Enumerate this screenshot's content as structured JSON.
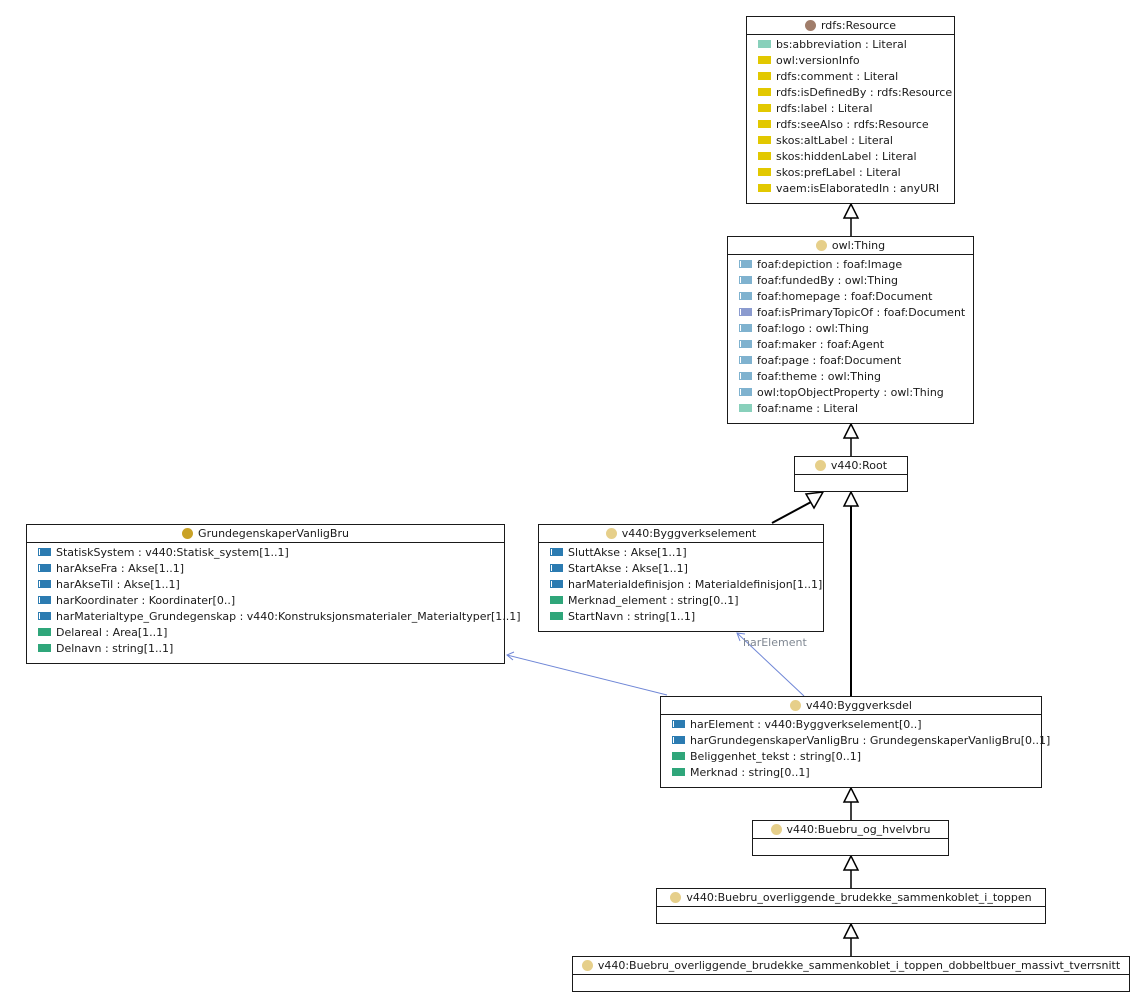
{
  "colors": {
    "resource_dot": "#a07d6a",
    "class_dot": "#e6cf8a",
    "external_class_dot": "#c9a227",
    "datatype_property": "#88d0bb",
    "annotation_property": "#e2c800",
    "object_property": "#7fb2cf",
    "primary_topic_property": "#8b9bcf",
    "local_object_property": "#2b7bb1",
    "local_datatype_property": "#2fa67a",
    "association_line": "#6f86d6"
  },
  "classes": {
    "resource": {
      "name": "rdfs:Resource",
      "dot": "resource_dot",
      "attributes": [
        {
          "text": "bs:abbreviation : Literal",
          "icon": "datatype_property"
        },
        {
          "text": "owl:versionInfo",
          "icon": "annotation_property"
        },
        {
          "text": "rdfs:comment : Literal",
          "icon": "annotation_property"
        },
        {
          "text": "rdfs:isDefinedBy : rdfs:Resource",
          "icon": "annotation_property"
        },
        {
          "text": "rdfs:label : Literal",
          "icon": "annotation_property"
        },
        {
          "text": "rdfs:seeAlso : rdfs:Resource",
          "icon": "annotation_property"
        },
        {
          "text": "skos:altLabel : Literal",
          "icon": "annotation_property"
        },
        {
          "text": "skos:hiddenLabel : Literal",
          "icon": "annotation_property"
        },
        {
          "text": "skos:prefLabel : Literal",
          "icon": "annotation_property"
        },
        {
          "text": "vaem:isElaboratedIn : anyURI",
          "icon": "annotation_property"
        }
      ]
    },
    "thing": {
      "name": "owl:Thing",
      "dot": "class_dot",
      "attributes": [
        {
          "text": "foaf:depiction : foaf:Image",
          "icon": "object_property"
        },
        {
          "text": "foaf:fundedBy : owl:Thing",
          "icon": "object_property"
        },
        {
          "text": "foaf:homepage : foaf:Document",
          "icon": "object_property"
        },
        {
          "text": "foaf:isPrimaryTopicOf : foaf:Document",
          "icon": "primary_topic_property"
        },
        {
          "text": "foaf:logo : owl:Thing",
          "icon": "object_property"
        },
        {
          "text": "foaf:maker : foaf:Agent",
          "icon": "object_property"
        },
        {
          "text": "foaf:page : foaf:Document",
          "icon": "object_property"
        },
        {
          "text": "foaf:theme : owl:Thing",
          "icon": "object_property"
        },
        {
          "text": "owl:topObjectProperty : owl:Thing",
          "icon": "object_property"
        },
        {
          "text": "foaf:name : Literal",
          "icon": "datatype_property"
        }
      ]
    },
    "root": {
      "name": "v440:Root",
      "dot": "class_dot",
      "attributes": []
    },
    "grunn": {
      "name": "GrundegenskaperVanligBru",
      "dot": "external_class_dot",
      "attributes": [
        {
          "text": "StatiskSystem : v440:Statisk_system[1..1]",
          "icon": "local_object_property"
        },
        {
          "text": "harAkseFra : Akse[1..1]",
          "icon": "local_object_property"
        },
        {
          "text": "harAkseTil : Akse[1..1]",
          "icon": "local_object_property"
        },
        {
          "text": "harKoordinater : Koordinater[0..]",
          "icon": "local_object_property"
        },
        {
          "text": "harMaterialtype_Grundegenskap : v440:Konstruksjonsmaterialer_Materialtyper[1..1]",
          "icon": "local_object_property"
        },
        {
          "text": "Delareal : Area[1..1]",
          "icon": "local_datatype_property"
        },
        {
          "text": "Delnavn : string[1..1]",
          "icon": "local_datatype_property"
        }
      ]
    },
    "element": {
      "name": "v440:Byggverkselement",
      "dot": "class_dot",
      "attributes": [
        {
          "text": "SluttAkse : Akse[1..1]",
          "icon": "local_object_property"
        },
        {
          "text": "StartAkse : Akse[1..1]",
          "icon": "local_object_property"
        },
        {
          "text": "harMaterialdefinisjon : Materialdefinisjon[1..1]",
          "icon": "local_object_property"
        },
        {
          "text": "Merknad_element : string[0..1]",
          "icon": "local_datatype_property"
        },
        {
          "text": "StartNavn : string[1..1]",
          "icon": "local_datatype_property"
        }
      ]
    },
    "del": {
      "name": "v440:Byggverksdel",
      "dot": "class_dot",
      "attributes": [
        {
          "text": "harElement : v440:Byggverkselement[0..]",
          "icon": "local_object_property"
        },
        {
          "text": "harGrundegenskaperVanligBru : GrundegenskaperVanligBru[0..1]",
          "icon": "local_object_property"
        },
        {
          "text": "Beliggenhet_tekst : string[0..1]",
          "icon": "local_datatype_property"
        },
        {
          "text": "Merknad : string[0..1]",
          "icon": "local_datatype_property"
        }
      ]
    },
    "buebru": {
      "name": "v440:Buebru_og_hvelvbru",
      "dot": "class_dot",
      "attributes": []
    },
    "overligg": {
      "name": "v440:Buebru_overliggende_brudekke_sammenkoblet_i_toppen",
      "dot": "class_dot",
      "attributes": []
    },
    "dobbel": {
      "name": "v440:Buebru_overliggende_brudekke_sammenkoblet_i_toppen_dobbeltbuer_massivt_tverrsnitt",
      "dot": "class_dot",
      "attributes": []
    }
  },
  "edge_labels": {
    "har_element": "harElement"
  }
}
